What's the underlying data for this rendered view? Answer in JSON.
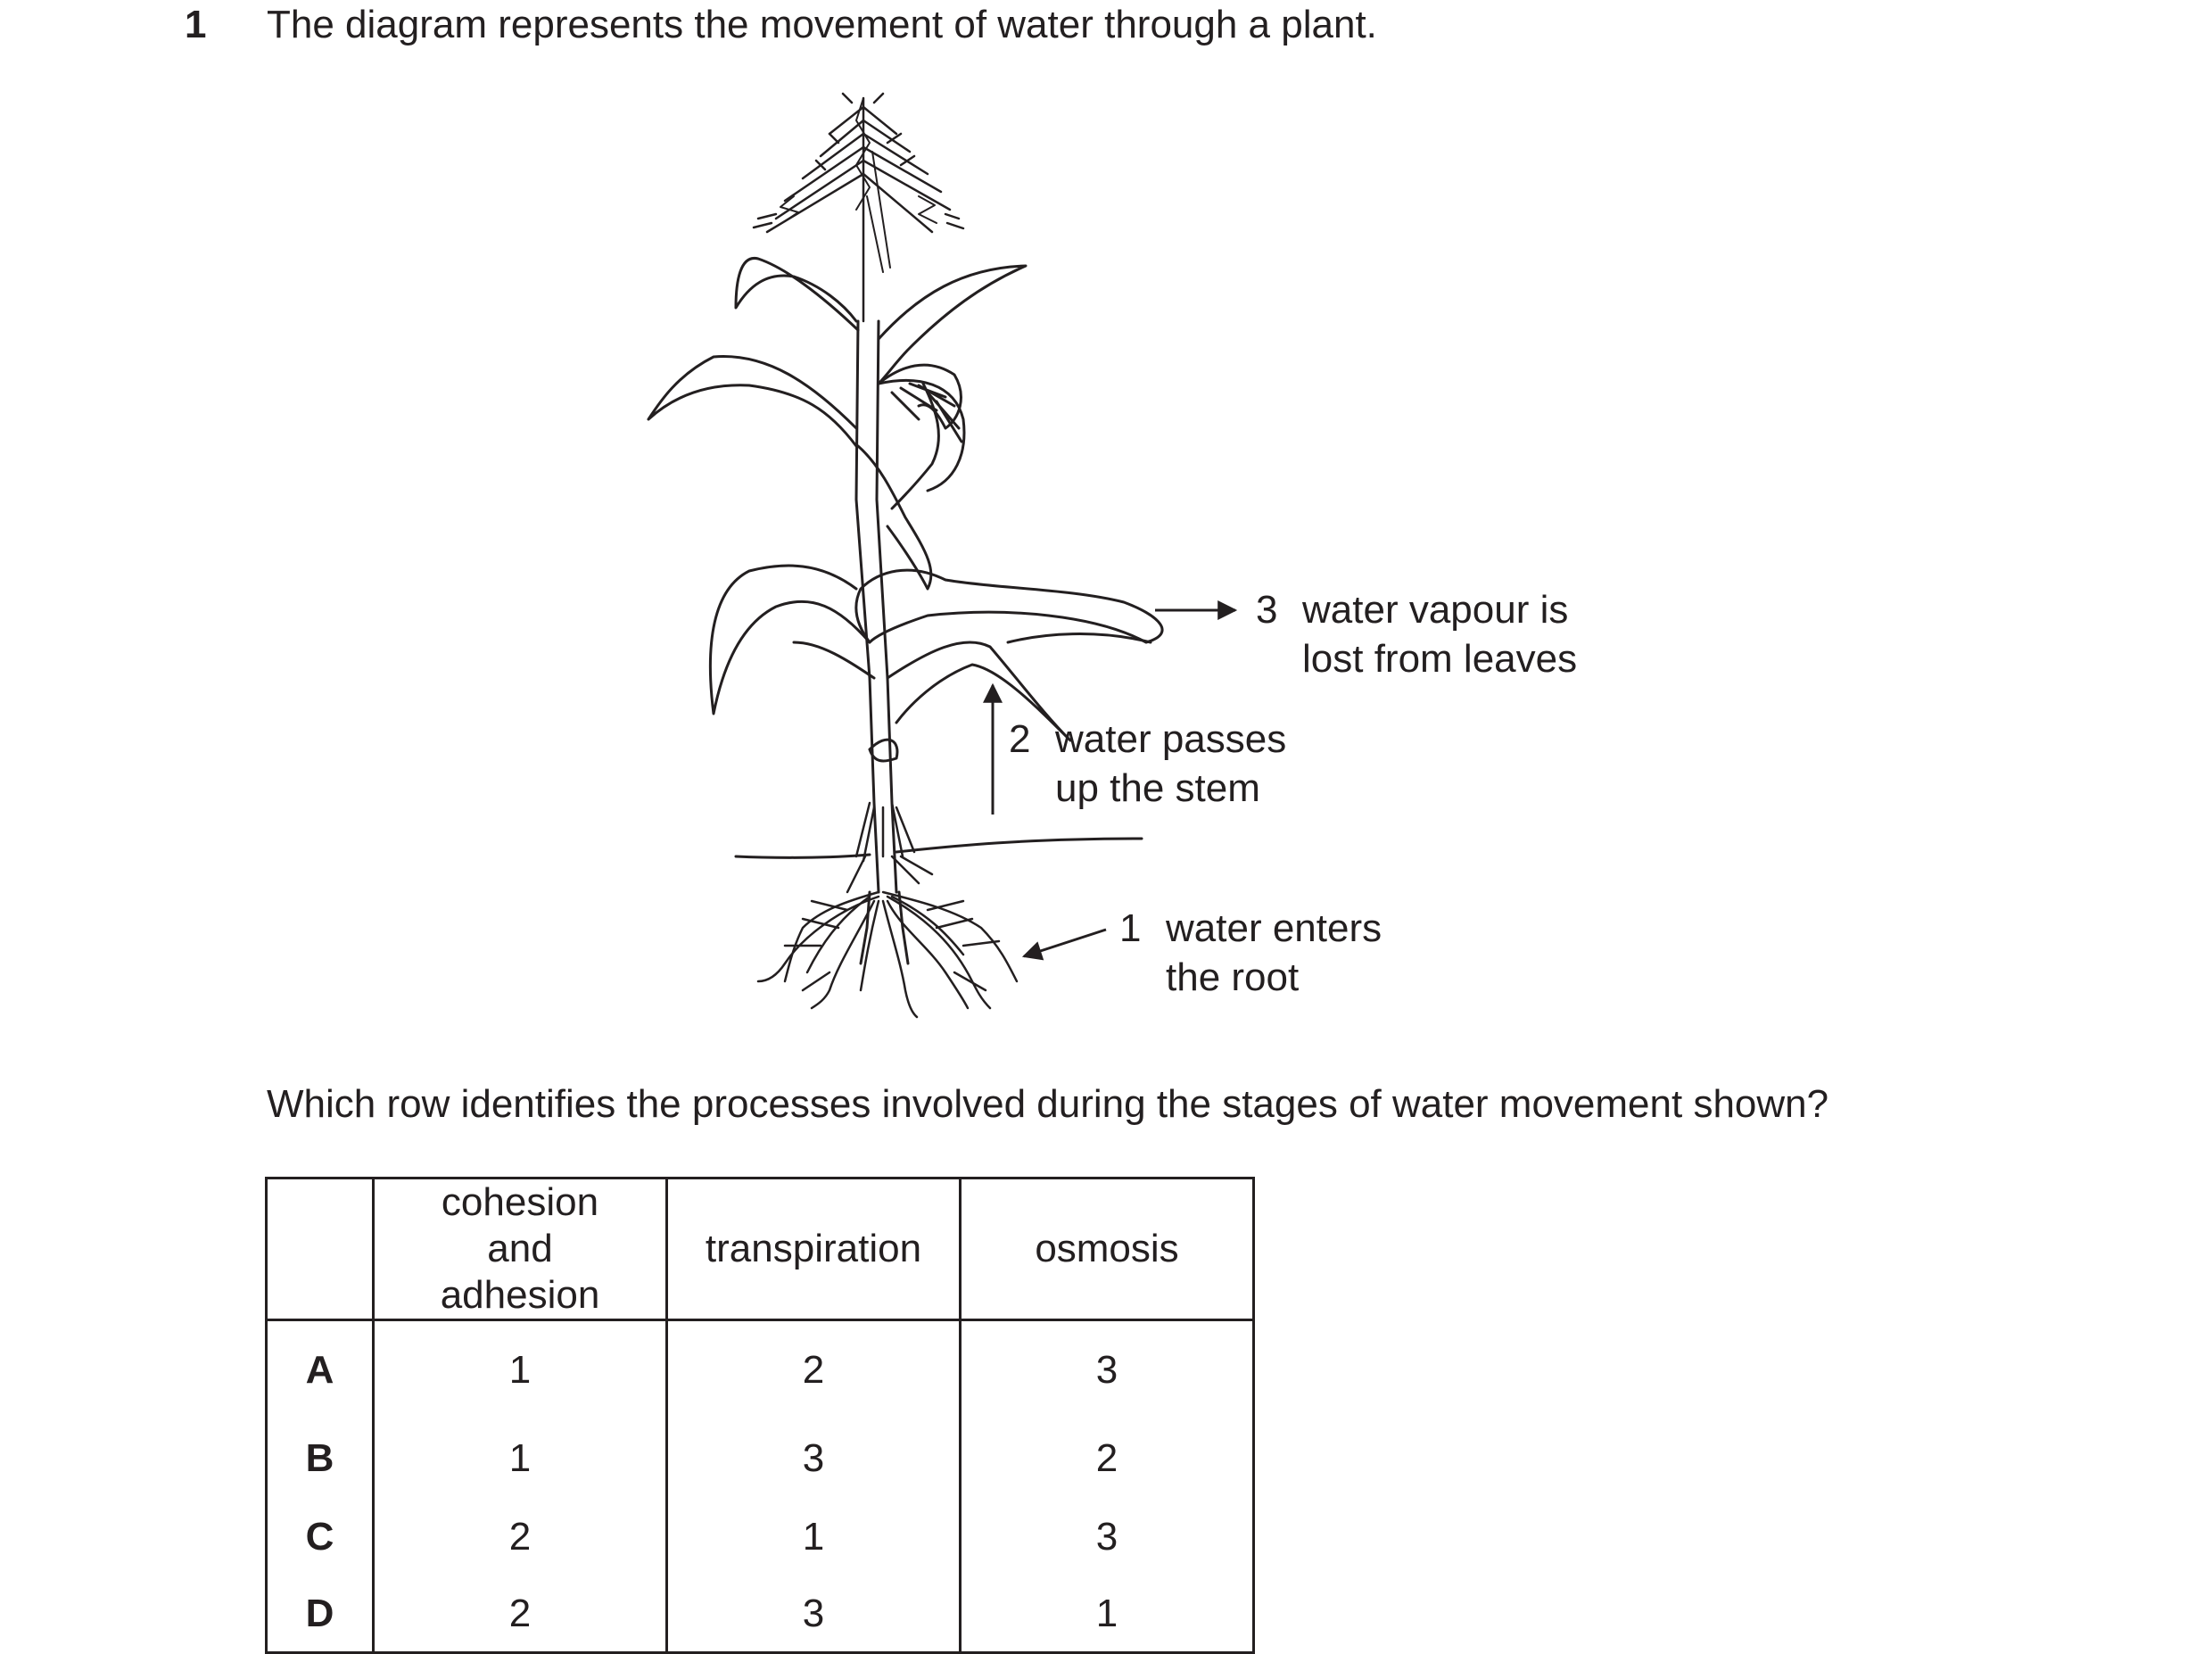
{
  "question": {
    "number": "1",
    "stem": "The diagram represents the movement of water through a plant."
  },
  "diagram": {
    "labels": [
      {
        "number": "3",
        "line1": "water vapour is",
        "line2": "lost from leaves"
      },
      {
        "number": "2",
        "line1": "water passes",
        "line2": "up the stem"
      },
      {
        "number": "1",
        "line1": "water enters",
        "line2": "the root"
      }
    ]
  },
  "prompt": "Which row identifies the processes involved during the stages of water movement shown?",
  "table": {
    "headers": [
      "",
      "cohesion and adhesion",
      "transpiration",
      "osmosis"
    ],
    "rows": [
      {
        "label": "A",
        "values": [
          "1",
          "2",
          "3"
        ]
      },
      {
        "label": "B",
        "values": [
          "1",
          "3",
          "2"
        ]
      },
      {
        "label": "C",
        "values": [
          "2",
          "1",
          "3"
        ]
      },
      {
        "label": "D",
        "values": [
          "2",
          "3",
          "1"
        ]
      }
    ]
  }
}
